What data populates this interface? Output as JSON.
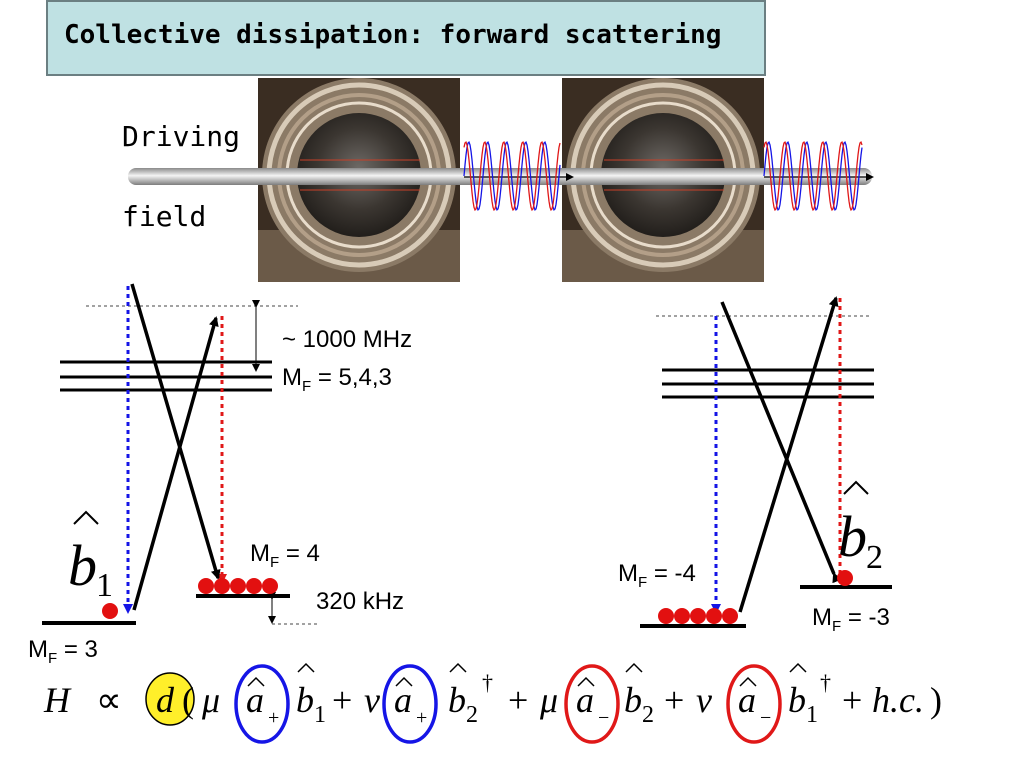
{
  "title": "Collective dissipation: forward scattering",
  "driving_label_line1": "Driving",
  "driving_label_line2": "field",
  "freq_upper": "~ 1000 MHz",
  "mf_upper_main": "M",
  "mf_upper_sub": "F",
  "mf_upper_rest": " = 5,4,3",
  "mf_left_low_main": "M",
  "mf_left_low_sub": "F",
  "mf_left_low_rest": " = 3",
  "mf_left_high_main": "M",
  "mf_left_high_sub": "F",
  "mf_left_high_rest": " = 4",
  "freq_lower": "320 kHz",
  "mf_right_low_main": "M",
  "mf_right_low_sub": "F",
  "mf_right_low_rest": " = -4",
  "mf_right_high_main": "M",
  "mf_right_high_sub": "F",
  "mf_right_high_rest": " = -3",
  "op_b1": "b",
  "op_b1_sub": "1",
  "op_b2": "b",
  "op_b2_sub": "2",
  "equation": {
    "H": "H",
    "propto": "∝",
    "d": "d",
    "open": "(",
    "mu": "μ",
    "nu": "ν",
    "a": "a",
    "b": "b",
    "plus_sub": "+",
    "minus_sub": "−",
    "one": "1",
    "two": "2",
    "dagger": "†",
    "plus": "+",
    "hc": "h.c.",
    "close": ")"
  },
  "colors": {
    "title_bg": "#bfe1e3",
    "blue": "#1515e6",
    "red": "#e01818",
    "atom": "#e21010",
    "highlight": "#ffef2a"
  }
}
